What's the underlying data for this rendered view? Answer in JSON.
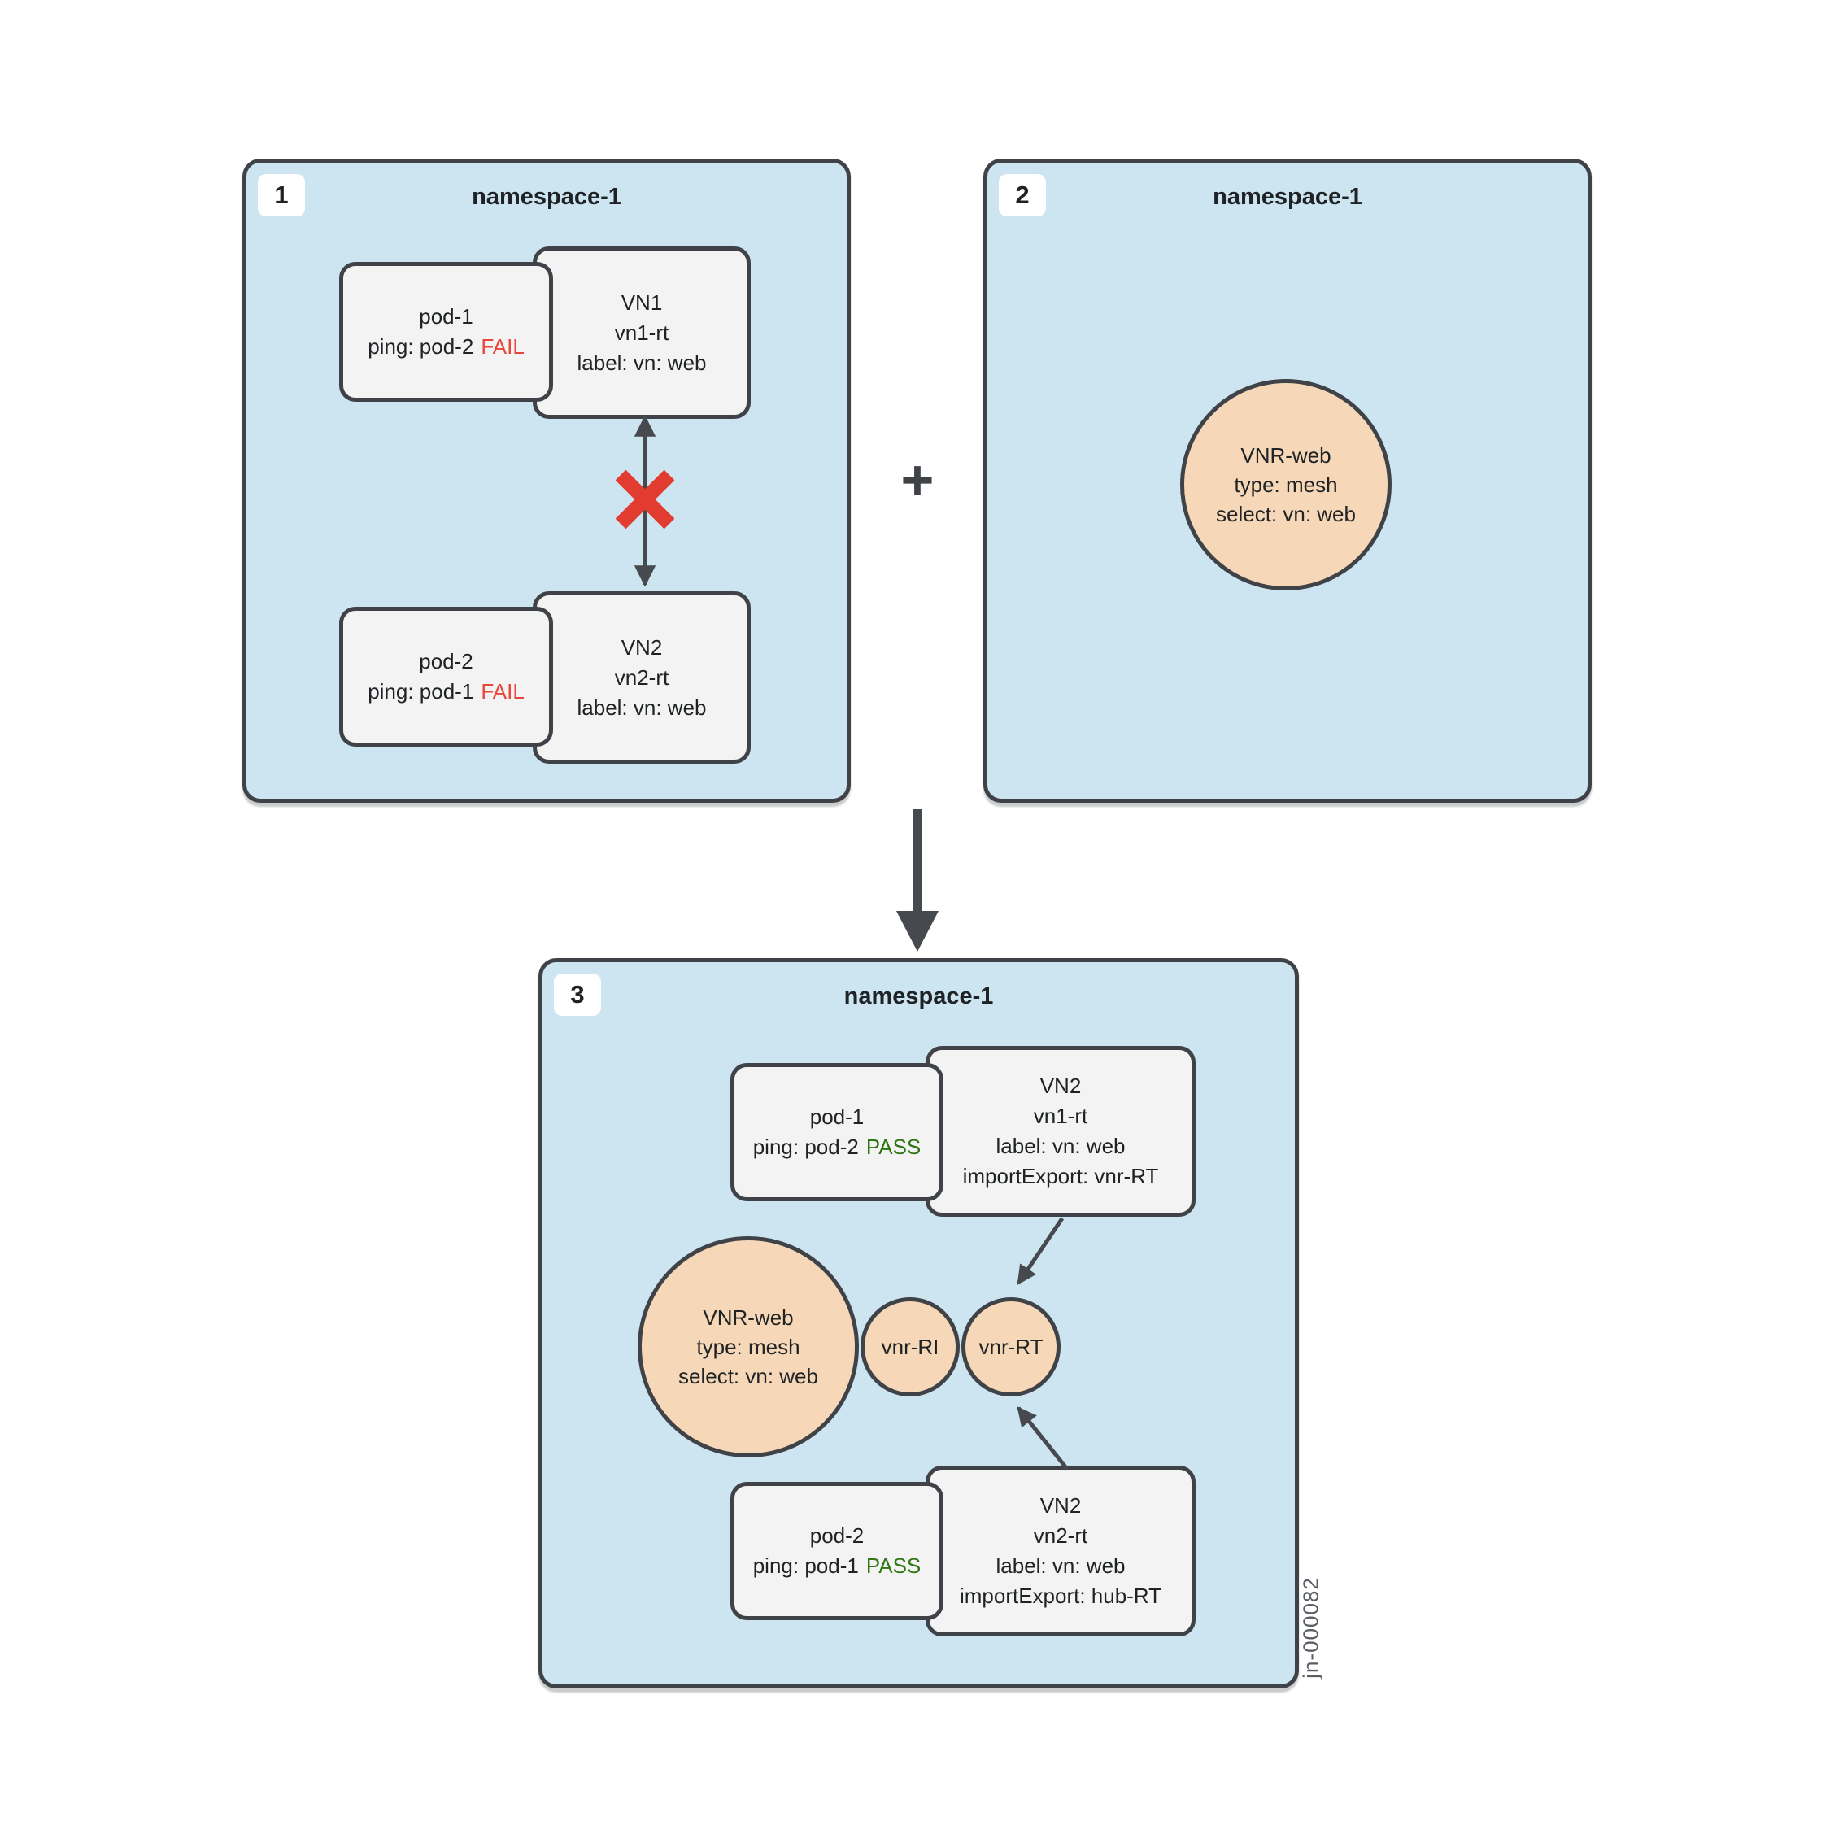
{
  "colors": {
    "panel_fill": "#cde4f1",
    "panel_border": "#3f4347",
    "node_fill": "#f3f3f3",
    "node_border": "#3f4347",
    "vnr_circle_fill": "#f6d8b8",
    "fail_red": "#e8453c",
    "pass_green": "#2f7512",
    "arrow_gray": "#46494d",
    "x_red": "#e23b30"
  },
  "panel1": {
    "badge": "1",
    "title": "namespace-1",
    "pod1": {
      "name": "pod-1",
      "ping": "ping: pod-2",
      "status": "FAIL"
    },
    "vn1": {
      "name": "VN1",
      "rt": "vn1-rt",
      "label": "label: vn: web"
    },
    "pod2": {
      "name": "pod-2",
      "ping": "ping: pod-1",
      "status": "FAIL"
    },
    "vn2": {
      "name": "VN2",
      "rt": "vn2-rt",
      "label": "label: vn: web"
    }
  },
  "operator": {
    "plus": "+"
  },
  "panel2": {
    "badge": "2",
    "title": "namespace-1",
    "vnr": {
      "name": "VNR-web",
      "type": "type: mesh",
      "select": "select: vn: web"
    }
  },
  "panel3": {
    "badge": "3",
    "title": "namespace-1",
    "pod1": {
      "name": "pod-1",
      "ping": "ping: pod-2",
      "status": "PASS"
    },
    "vn_top": {
      "name": "VN2",
      "rt": "vn1-rt",
      "label": "label: vn: web",
      "importExport": "importExport: vnr-RT"
    },
    "vnr": {
      "name": "VNR-web",
      "type": "type: mesh",
      "select": "select: vn: web"
    },
    "vnr_ri": {
      "name": "vnr-RI"
    },
    "vnr_rt": {
      "name": "vnr-RT"
    },
    "pod2": {
      "name": "pod-2",
      "ping": "ping: pod-1",
      "status": "PASS"
    },
    "vn_bottom": {
      "name": "VN2",
      "rt": "vn2-rt",
      "label": "label: vn: web",
      "importExport": "importExport: hub-RT"
    }
  },
  "figure_id": "jn-000082"
}
